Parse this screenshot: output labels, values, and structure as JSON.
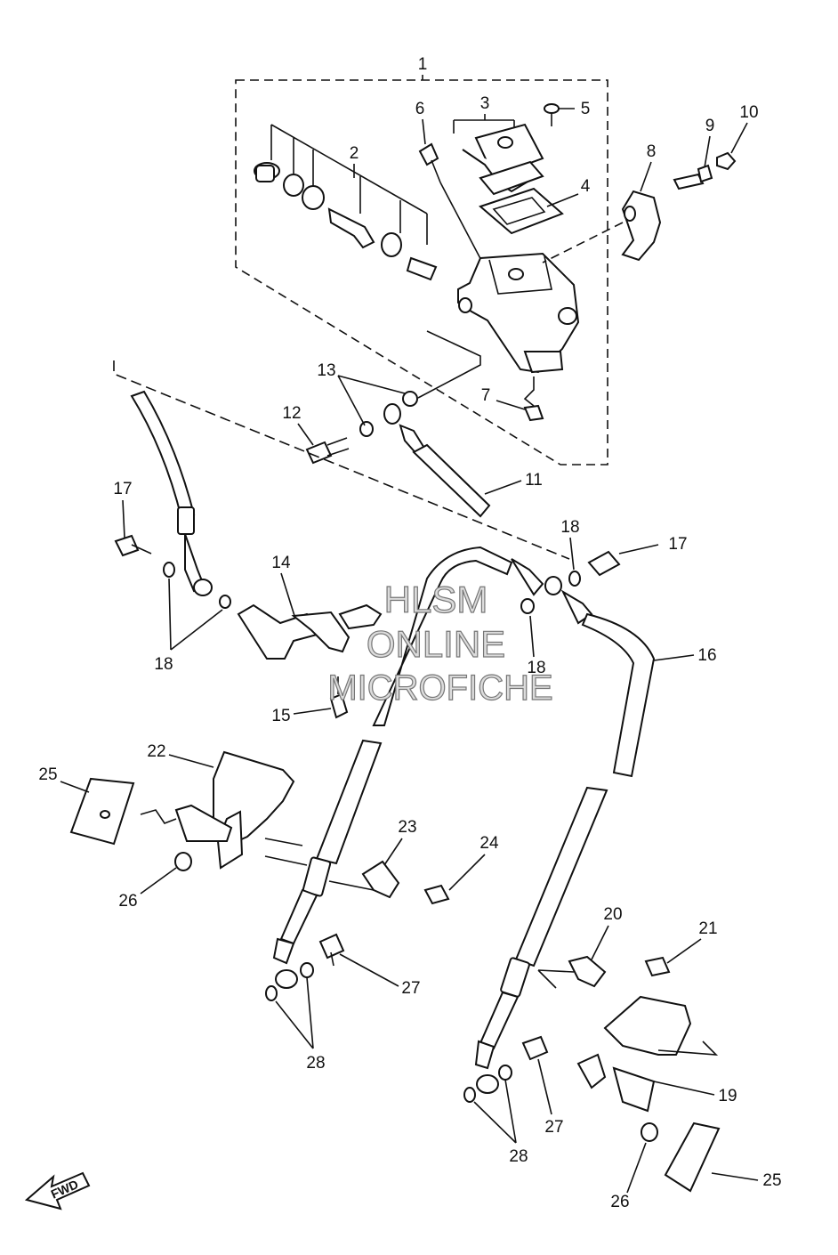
{
  "watermark": {
    "line1": "HLSM",
    "line2": "ONLINE",
    "line3": "MICROFICHE"
  },
  "direction_label": "FWD",
  "callouts": [
    {
      "id": "c1",
      "label": "1"
    },
    {
      "id": "c2",
      "label": "2"
    },
    {
      "id": "c3",
      "label": "3"
    },
    {
      "id": "c4",
      "label": "4"
    },
    {
      "id": "c5",
      "label": "5"
    },
    {
      "id": "c6",
      "label": "6"
    },
    {
      "id": "c7",
      "label": "7"
    },
    {
      "id": "c8",
      "label": "8"
    },
    {
      "id": "c9",
      "label": "9"
    },
    {
      "id": "c10",
      "label": "10"
    },
    {
      "id": "c11",
      "label": "11"
    },
    {
      "id": "c12",
      "label": "12"
    },
    {
      "id": "c13",
      "label": "13"
    },
    {
      "id": "c14",
      "label": "14"
    },
    {
      "id": "c15",
      "label": "15"
    },
    {
      "id": "c16",
      "label": "16"
    },
    {
      "id": "c17a",
      "label": "17"
    },
    {
      "id": "c17b",
      "label": "17"
    },
    {
      "id": "c18a",
      "label": "18"
    },
    {
      "id": "c18b",
      "label": "18"
    },
    {
      "id": "c18c",
      "label": "18"
    },
    {
      "id": "c19",
      "label": "19"
    },
    {
      "id": "c20",
      "label": "20"
    },
    {
      "id": "c21",
      "label": "21"
    },
    {
      "id": "c22",
      "label": "22"
    },
    {
      "id": "c23",
      "label": "23"
    },
    {
      "id": "c24",
      "label": "24"
    },
    {
      "id": "c25a",
      "label": "25"
    },
    {
      "id": "c25b",
      "label": "25"
    },
    {
      "id": "c26a",
      "label": "26"
    },
    {
      "id": "c26b",
      "label": "26"
    },
    {
      "id": "c27a",
      "label": "27"
    },
    {
      "id": "c27b",
      "label": "27"
    },
    {
      "id": "c28a",
      "label": "28"
    },
    {
      "id": "c28b",
      "label": "28"
    }
  ]
}
